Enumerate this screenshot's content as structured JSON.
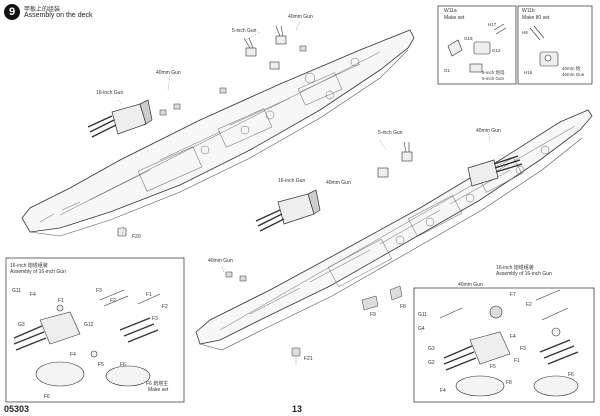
{
  "header": {
    "step_number": "9",
    "title_cn": "甲板上的组装",
    "title_en": "Assembly on the deck"
  },
  "gun_labels": {
    "g5_top": "5-inch Gun",
    "g40_top": "40mm Gun",
    "g40_left": "40mm Gun",
    "g16_left": "16-inch Gun",
    "g5_mid": "5-inch Gun",
    "g40_right": "40mm Gun",
    "g16_mid": "16-inch Gun",
    "g40_mid": "40mm Gun",
    "g40_low": "40mm Gun"
  },
  "box_left": {
    "title_cn": "16-inch 炮塔组装",
    "title_en": "Assembly of 16-inch Gun",
    "parts": [
      "G11",
      "F4",
      "F1",
      "F3",
      "F2",
      "F1",
      "F2",
      "F3",
      "G3",
      "G12",
      "F4",
      "F5",
      "F6",
      "F6"
    ],
    "note_cn": "F6 炮塔主",
    "note_en": "Make set"
  },
  "box_right": {
    "title_cn": "16-inch 炮塔组装",
    "title_en": "Assembly of 16-inch Gun",
    "parts": [
      "G11",
      "G4",
      "F7",
      "F2",
      "F4",
      "F3",
      "F1",
      "G3",
      "G2",
      "F5",
      "F4",
      "F8",
      "F6"
    ],
    "gun_note": "40mm Gun"
  },
  "inset1": {
    "title": "W11a",
    "subtitle": "Make set",
    "parts": [
      "H17",
      "G19",
      "G12",
      "G1"
    ],
    "caption": "5-inch 炮塔",
    "caption2": "5-inch Gun"
  },
  "inset2": {
    "title": "W11b",
    "subtitle": "Make 80 set",
    "parts": [
      "H8",
      "H16"
    ],
    "caption": "40mm 炮",
    "caption2": "40mm Gun"
  },
  "deck_parts": {
    "f20": "F20",
    "f21": "F21",
    "f9": "F9",
    "f8": "F8"
  },
  "footer": {
    "code": "05303",
    "page": "13"
  }
}
